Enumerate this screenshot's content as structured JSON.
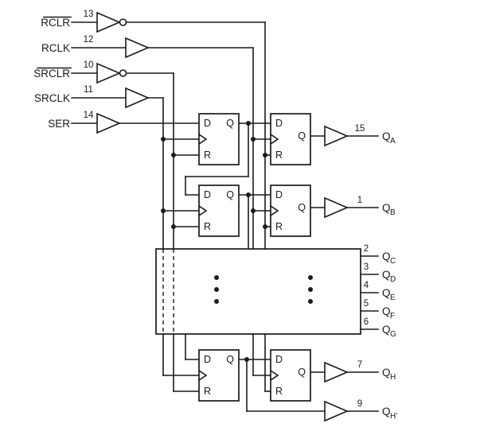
{
  "inputs": [
    {
      "label": "RCLR",
      "pin": "13",
      "overline": true
    },
    {
      "label": "RCLK",
      "pin": "12",
      "overline": false
    },
    {
      "label": "SRCLR",
      "pin": "10",
      "overline": true
    },
    {
      "label": "SRCLK",
      "pin": "11",
      "overline": false
    },
    {
      "label": "SER",
      "pin": "14",
      "overline": false
    }
  ],
  "ff": {
    "d": "D",
    "q": "Q",
    "r": "R"
  },
  "outputs": [
    {
      "base": "Q",
      "sub": "A",
      "pin": "15"
    },
    {
      "base": "Q",
      "sub": "B",
      "pin": "1"
    },
    {
      "base": "Q",
      "sub": "C",
      "pin": "2"
    },
    {
      "base": "Q",
      "sub": "D",
      "pin": "3"
    },
    {
      "base": "Q",
      "sub": "E",
      "pin": "4"
    },
    {
      "base": "Q",
      "sub": "F",
      "pin": "5"
    },
    {
      "base": "Q",
      "sub": "G",
      "pin": "6"
    },
    {
      "base": "Q",
      "sub": "H",
      "pin": "7"
    },
    {
      "base": "Q",
      "sub": "H'",
      "pin": "9"
    }
  ],
  "colors": {
    "line": "#1a1a1a",
    "background": "#ffffff"
  }
}
